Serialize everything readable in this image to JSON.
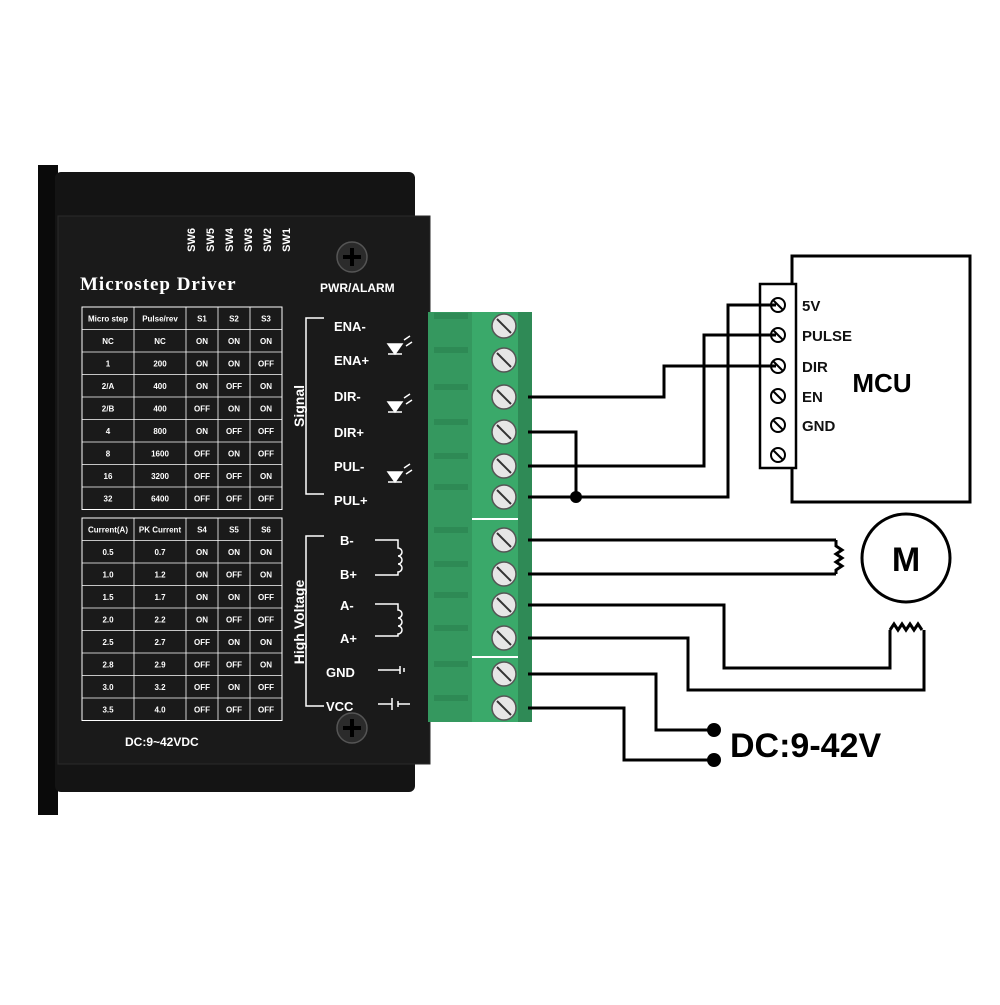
{
  "driver": {
    "title": "Microstep Driver",
    "pwr_label": "PWR/ALARM",
    "voltage_label": "DC:9~42VDC",
    "switches": [
      "SW6",
      "SW5",
      "SW4",
      "SW3",
      "SW2",
      "SW1"
    ],
    "signal_group_label": "Signal",
    "hv_group_label": "High Voltage",
    "signal_pins": [
      "ENA-",
      "ENA+",
      "DIR-",
      "DIR+",
      "PUL-",
      "PUL+"
    ],
    "hv_pins": [
      "B-",
      "B+",
      "A-",
      "A+",
      "GND",
      "VCC"
    ]
  },
  "microstep_table": {
    "headers": [
      "Micro step",
      "Pulse/rev",
      "S1",
      "S2",
      "S3"
    ],
    "rows": [
      [
        "NC",
        "NC",
        "ON",
        "ON",
        "ON"
      ],
      [
        "1",
        "200",
        "ON",
        "ON",
        "OFF"
      ],
      [
        "2/A",
        "400",
        "ON",
        "OFF",
        "ON"
      ],
      [
        "2/B",
        "400",
        "OFF",
        "ON",
        "ON"
      ],
      [
        "4",
        "800",
        "ON",
        "OFF",
        "OFF"
      ],
      [
        "8",
        "1600",
        "OFF",
        "ON",
        "OFF"
      ],
      [
        "16",
        "3200",
        "OFF",
        "OFF",
        "ON"
      ],
      [
        "32",
        "6400",
        "OFF",
        "OFF",
        "OFF"
      ]
    ]
  },
  "current_table": {
    "headers": [
      "Current(A)",
      "PK Current",
      "S4",
      "S5",
      "S6"
    ],
    "rows": [
      [
        "0.5",
        "0.7",
        "ON",
        "ON",
        "ON"
      ],
      [
        "1.0",
        "1.2",
        "ON",
        "OFF",
        "ON"
      ],
      [
        "1.5",
        "1.7",
        "ON",
        "ON",
        "OFF"
      ],
      [
        "2.0",
        "2.2",
        "ON",
        "OFF",
        "OFF"
      ],
      [
        "2.5",
        "2.7",
        "OFF",
        "ON",
        "ON"
      ],
      [
        "2.8",
        "2.9",
        "OFF",
        "OFF",
        "ON"
      ],
      [
        "3.0",
        "3.2",
        "OFF",
        "ON",
        "OFF"
      ],
      [
        "3.5",
        "4.0",
        "OFF",
        "OFF",
        "OFF"
      ]
    ]
  },
  "mcu": {
    "label": "MCU",
    "pins": [
      "5V",
      "PULSE",
      "DIR",
      "EN",
      "GND"
    ]
  },
  "motor": {
    "label": "M"
  },
  "power_supply": {
    "label": "DC:9-42V"
  },
  "colors": {
    "driver_body": "#141414",
    "terminal_green": "#3aa96a",
    "wire": "#000000"
  }
}
